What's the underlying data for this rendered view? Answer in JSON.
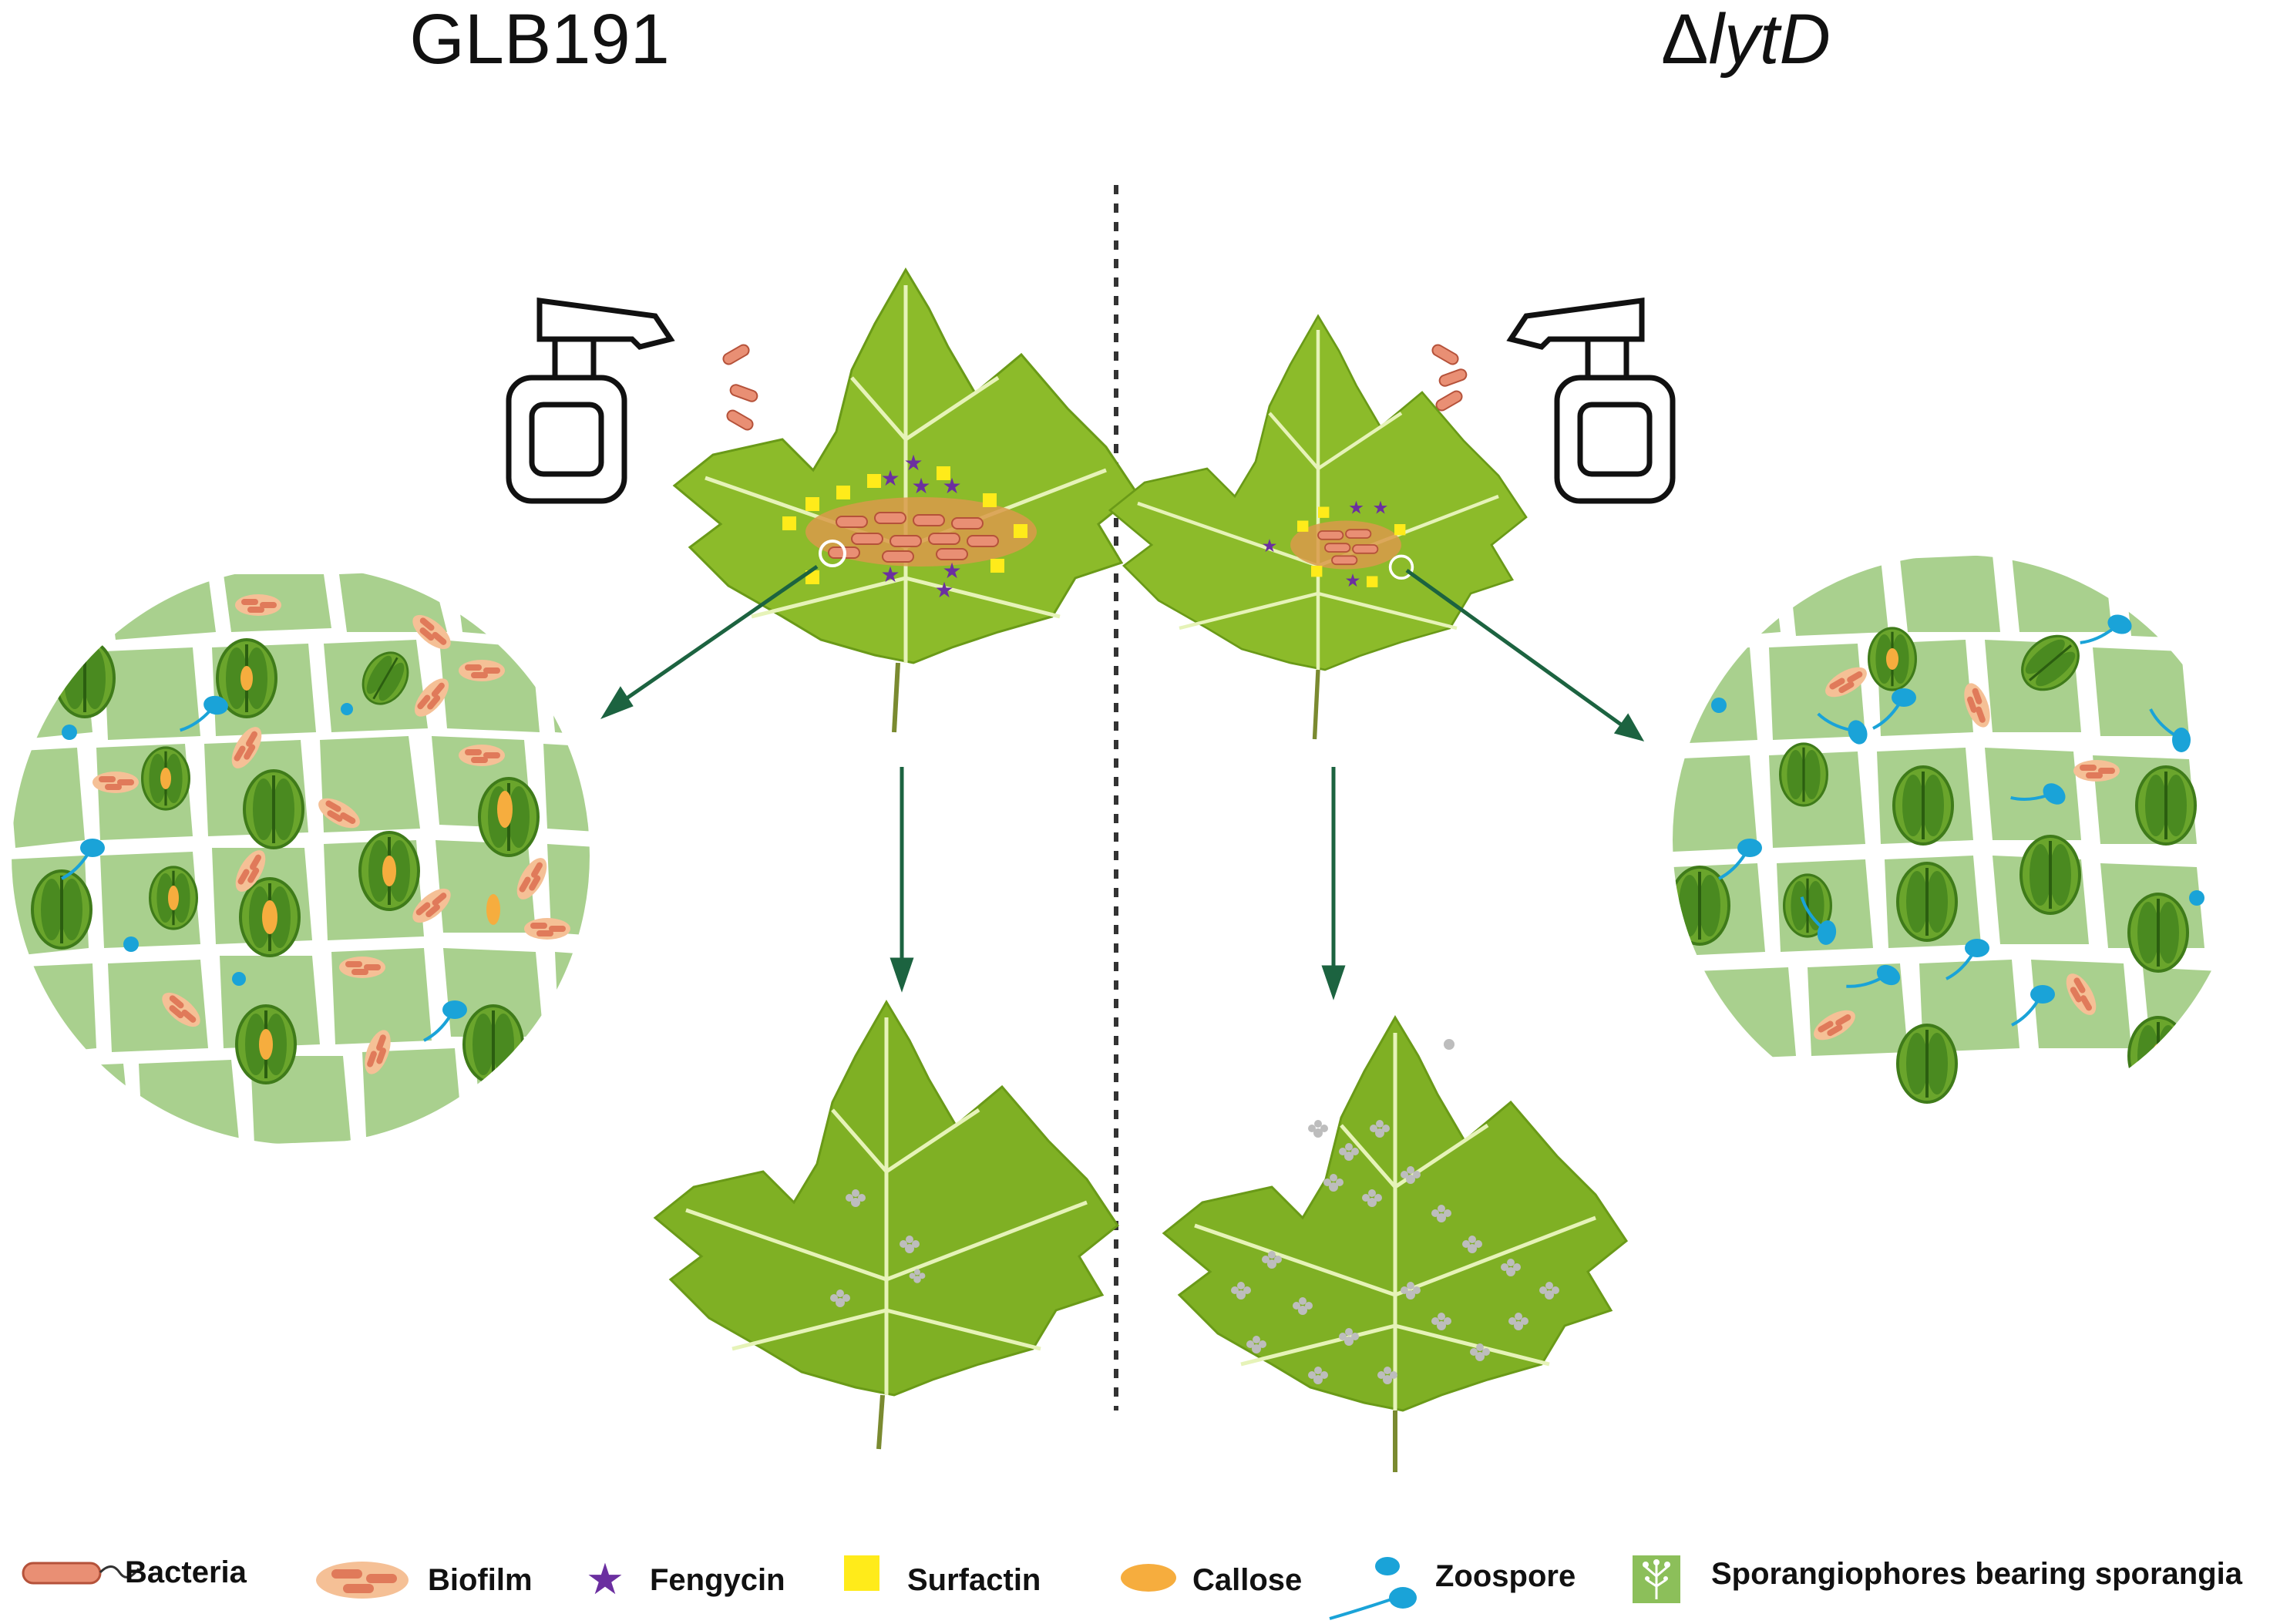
{
  "panels": [
    {
      "title_prefix": "",
      "title_italic": "",
      "title": "GLB191"
    },
    {
      "title_prefix": "Δ",
      "title_italic": "lytD",
      "title": "ΔlytD"
    }
  ],
  "legend": {
    "items": [
      {
        "label": "Bacteria",
        "icon": "bacteria-icon"
      },
      {
        "label": "Biofilm",
        "icon": "biofilm-icon"
      },
      {
        "label": "Fengycin",
        "icon": "star-icon"
      },
      {
        "label": "Surfactin",
        "icon": "square-icon"
      },
      {
        "label": "Callose",
        "icon": "callose-icon"
      },
      {
        "label": "Zoospore",
        "icon": "zoospore-icon"
      },
      {
        "label": "Sporangiophores bearing sporangia",
        "icon": "sporangiophore-icon"
      }
    ]
  },
  "colors": {
    "leaf": "#8cbb2a",
    "leaf_vein": "#e6f3b8",
    "cell": "#a9d08e",
    "stomata": "#6aa52c",
    "stomata_dark": "#3f7b1a",
    "bacteria": "#e98f74",
    "biofilm": "#f5c096",
    "fengycin": "#6b2fa0",
    "surfactin": "#ffeb1a",
    "callose": "#f6ad3e",
    "zoospore": "#1aa3d8",
    "arrow": "#1c6340",
    "divider": "#333333"
  }
}
